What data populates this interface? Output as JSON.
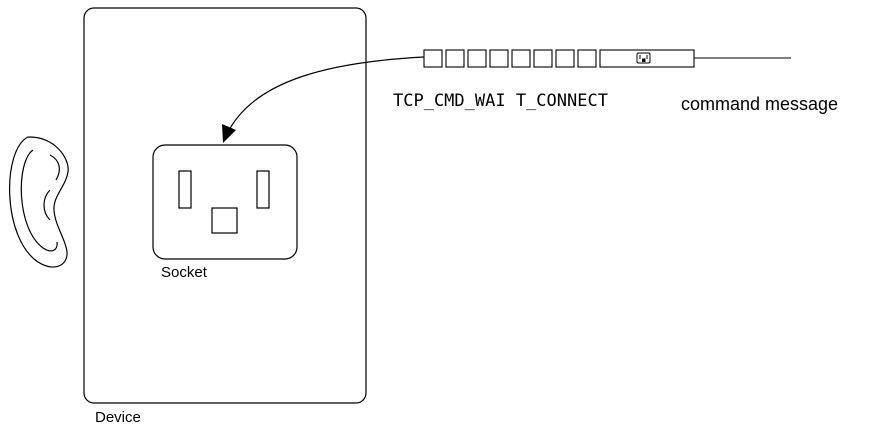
{
  "labels": {
    "device": "Device",
    "socket": "Socket",
    "command_name": "TCP_CMD_WAI T_CONNECT",
    "command_caption": "command message"
  },
  "icons": {
    "ear": "ear-icon",
    "socket": "power-socket-icon",
    "message_socket": "power-socket-icon"
  },
  "colors": {
    "stroke": "#000000",
    "background": "#ffffff"
  },
  "message": {
    "segments": 8
  }
}
